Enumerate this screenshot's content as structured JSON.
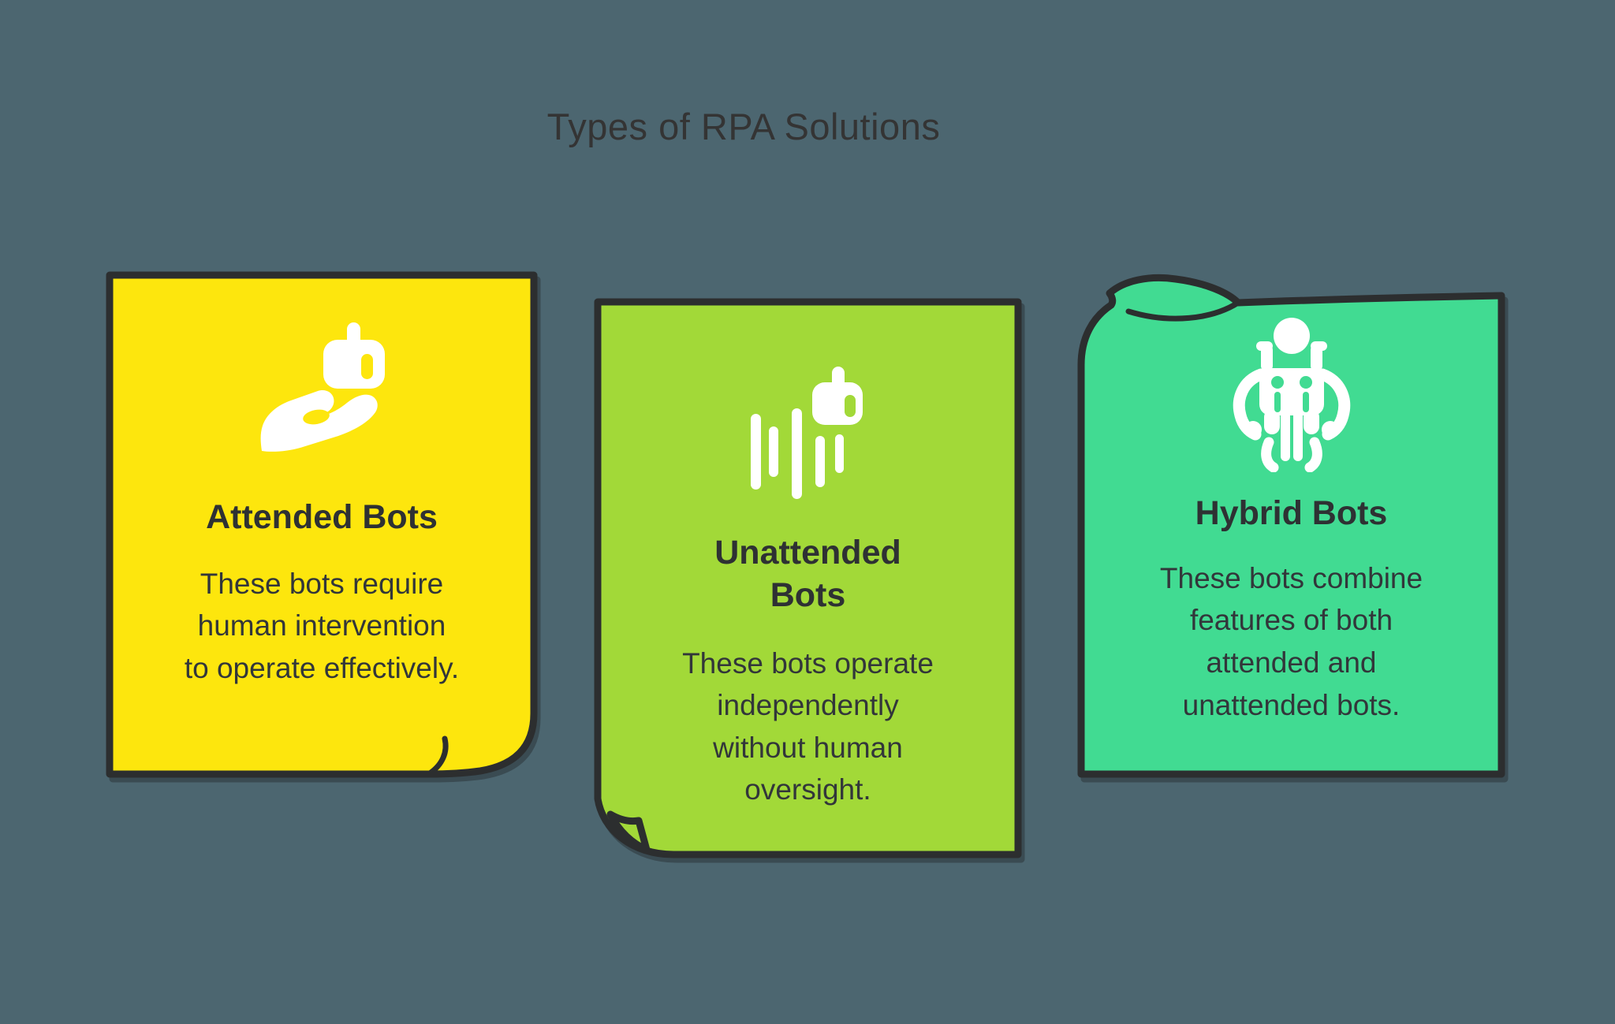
{
  "title": "Types of RPA Solutions",
  "colors": {
    "background": "#4C6670",
    "outline": "#2C2E2F",
    "icon": "#FFFFFF",
    "heading_text": "#343434",
    "card_text": "#32363A"
  },
  "cards": [
    {
      "id": "attended-bots",
      "title": "Attended Bots",
      "description": "These bots require human intervention to operate effectively.",
      "icon": "hand-holding-robot-icon",
      "color": "#FDE60D",
      "corner_style": "curled-bottom-right"
    },
    {
      "id": "unattended-bots",
      "title": "Unattended Bots",
      "description": "These bots operate independently without human oversight.",
      "icon": "automation-levels-robot-icon",
      "color": "#A2D938",
      "corner_style": "folded-bottom-left"
    },
    {
      "id": "hybrid-bots",
      "title": "Hybrid Bots",
      "description": "These bots combine features of both attended and unattended bots.",
      "icon": "exoskeleton-robot-icon",
      "color": "#41DB92",
      "corner_style": "curled-top-left"
    }
  ]
}
